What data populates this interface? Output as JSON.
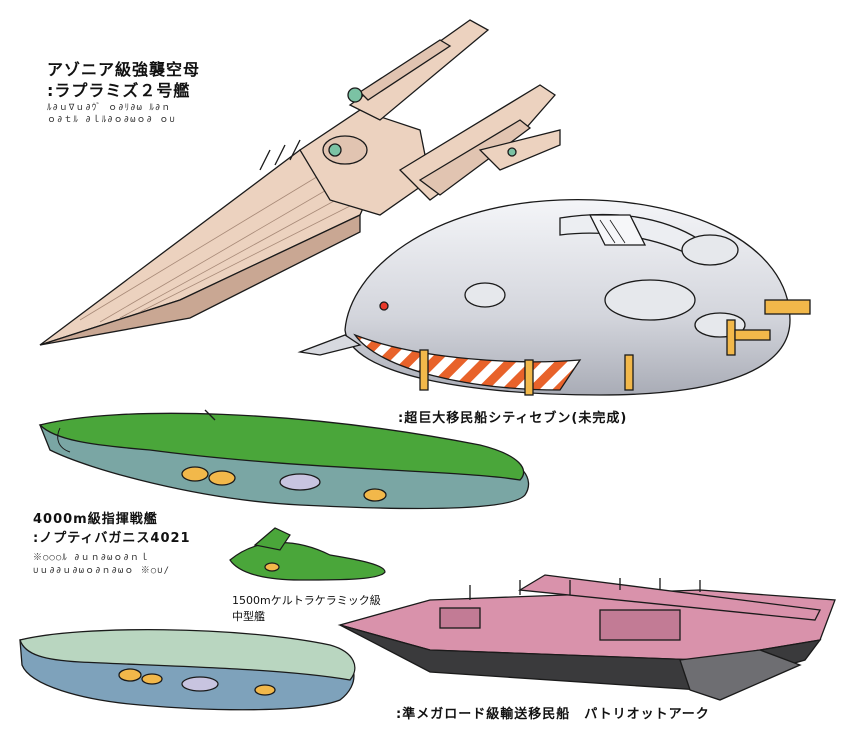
{
  "labels": {
    "carrier_title": "アゾニア級強襲空母",
    "carrier_name": ":ラプラミズ２号艦",
    "carrier_script_1": "ﾙ∂ｕ∇ｕ∂ｳﾞ ｏ∂ﾘ∂ω ﾙ∂ｎ",
    "carrier_script_2": "ｏ∂ｔﾙ ∂ｌﾙ∂ｏ∂ωｏ∂ ｏ∪",
    "city_title": ":超巨大移民船シティセブン(未完成)",
    "battleship_title": "4000m級指揮戦艦",
    "battleship_name": ":ノプティバガニス4021",
    "battleship_script_1": "※○○○ﾙ ∂ｕｎ∂ωｏ∂ｎｌ",
    "battleship_script_2": "∪ｕ∂∂ｕ∂ωｏ∂ｎ∂ωｏ ※○∪∕",
    "cruiser_title": "1500mケルトラケラミック級",
    "cruiser_subtitle": "中型艦",
    "transport_title": ":準メガロード級輸送移民船　パトリオットアーク"
  },
  "colors": {
    "carrier_hull": "#ecd2bf",
    "carrier_shadow": "#c9a793",
    "city_hull": "#dcdde2",
    "city_stripe_a": "#e8622a",
    "city_stripe_b": "#ffffff",
    "battleship_hull": "#4aa63a",
    "battleship_belly": "#7aa6a4",
    "pale_hull": "#b9d6c0",
    "pale_belly": "#7ea2bb",
    "transport_hull": "#d992ab",
    "transport_dark": "#3a3a3c",
    "light_yellow": "#f2b84a",
    "outline": "#1a1a1a"
  }
}
